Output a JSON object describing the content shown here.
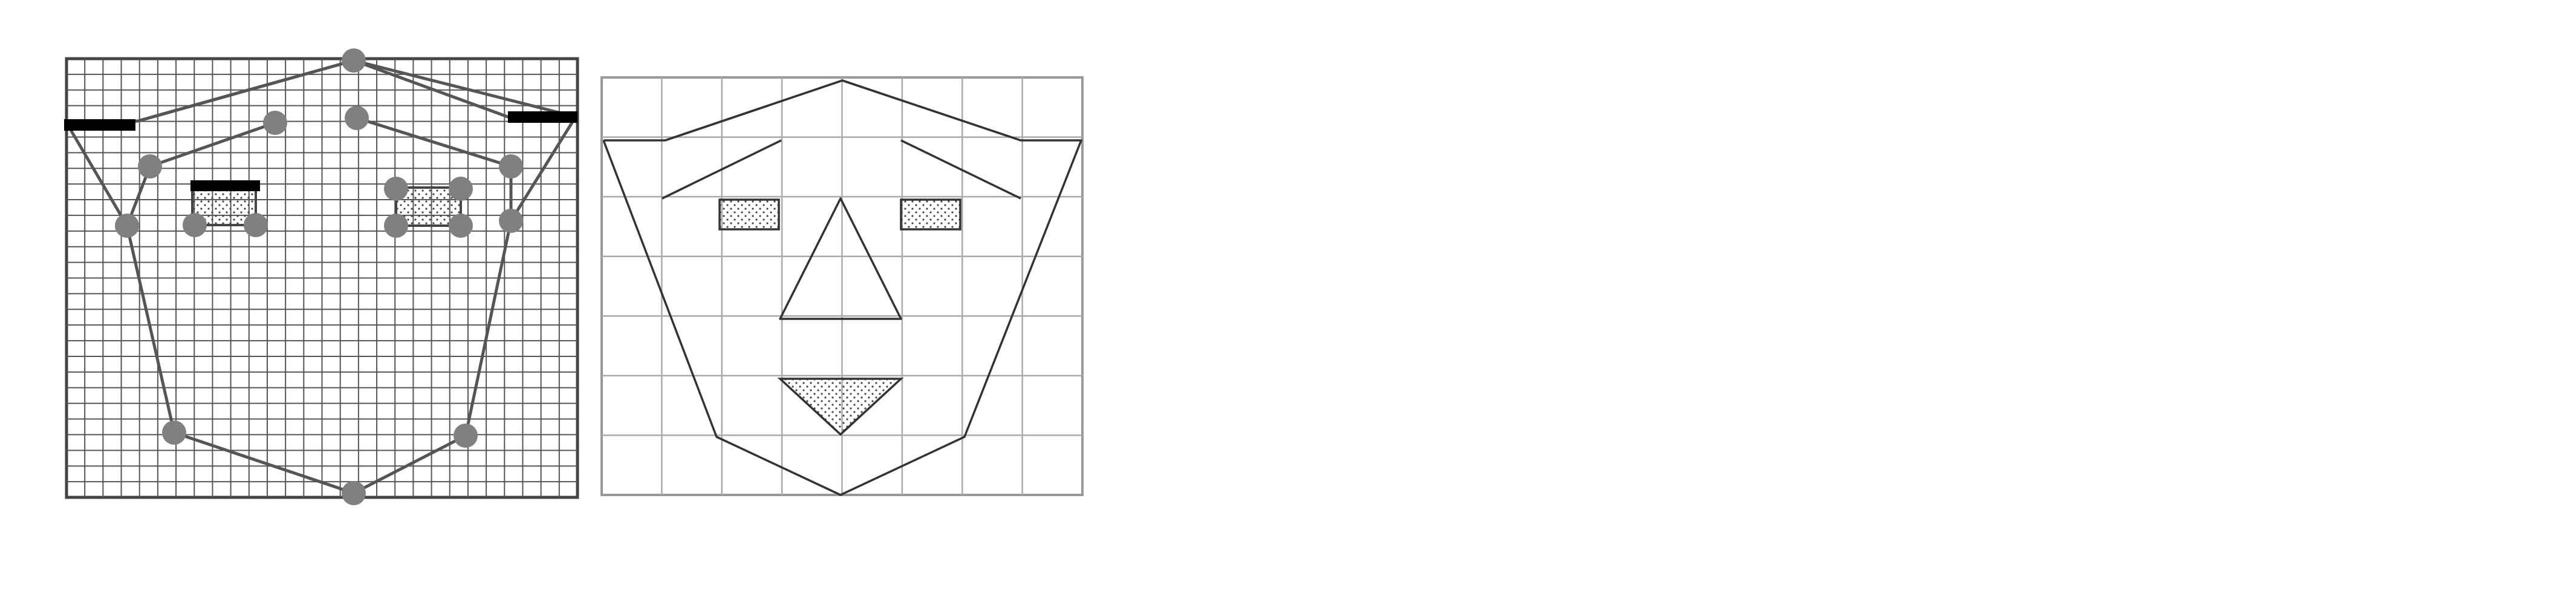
{
  "figure": {
    "left_panel": {
      "grid_rows": 28,
      "grid_cols": 28,
      "point_color": "#808080",
      "bar_color": "#000000"
    },
    "right_panel": {
      "grid_rows": 7,
      "grid_cols": 8,
      "line_color": "#333333"
    },
    "colors": {
      "background": "#ffffff",
      "fine_grid": "#555555",
      "coarse_grid": "#aaaaaa",
      "stipple": "#444444"
    }
  }
}
